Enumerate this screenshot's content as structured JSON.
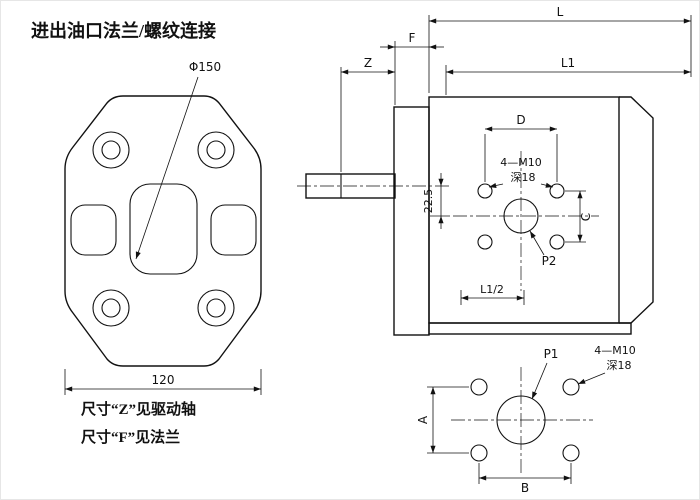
{
  "page": {
    "background": "#ffffff",
    "line_color": "#111111"
  },
  "title": "进出油口法兰/螺纹连接",
  "front_view": {
    "dim_diameter": "Φ150",
    "dim_width": "120"
  },
  "notes": [
    {
      "text": "尺寸“Z”见驱动轴"
    },
    {
      "text": "尺寸“F”见法兰"
    }
  ],
  "side_view": {
    "dim_L": "L",
    "dim_L1": "L1",
    "dim_F": "F",
    "dim_Z": "Z",
    "dim_D": "D",
    "dim_C": "C",
    "dim_offset": "22.5",
    "dim_half": "L1/2",
    "thread_spec": "4—M10",
    "thread_depth": "深18",
    "port_label": "P2"
  },
  "bottom_view": {
    "port_label": "P1",
    "thread_spec": "4—M10",
    "thread_depth": "深18",
    "dim_A": "A",
    "dim_B": "B"
  }
}
